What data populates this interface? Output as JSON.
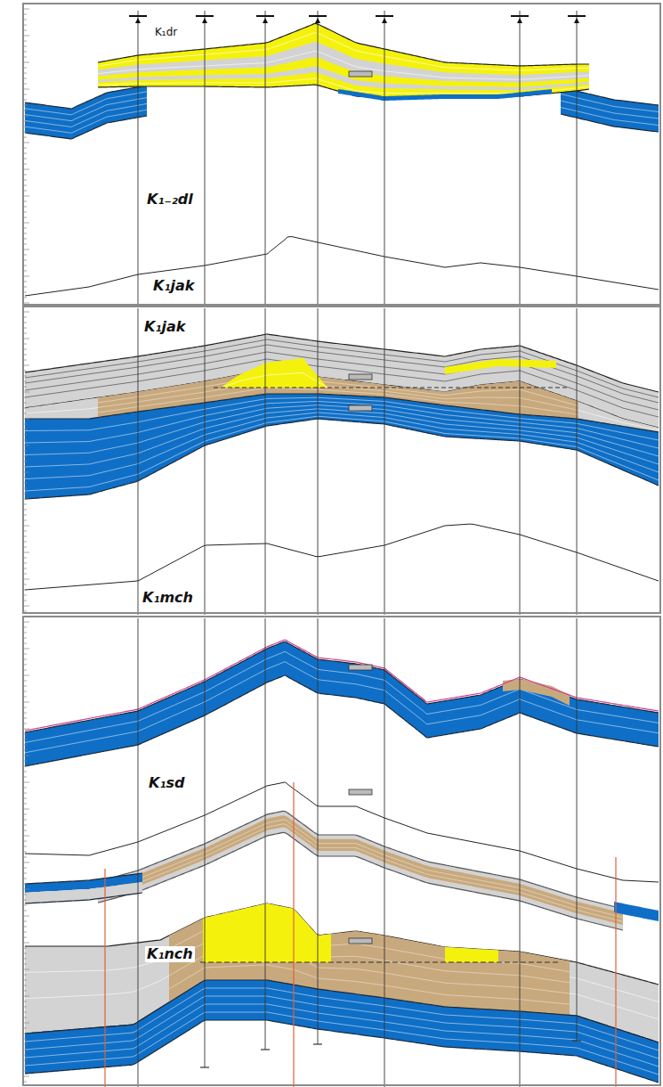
{
  "diagram": {
    "labels": [
      "K₁dr",
      "K₁₋₂dl",
      "K₁jak",
      "K₁jak",
      "K₁mch",
      "K₁sd",
      "K₁nch"
    ]
  }
}
